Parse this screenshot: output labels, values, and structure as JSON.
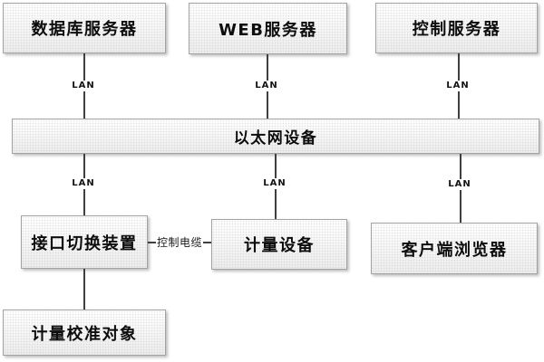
{
  "diagram": {
    "title": "metering-calibration-network-topology",
    "nodes": {
      "db_server": {
        "label": "数据库服务器"
      },
      "web_server": {
        "label": "WEB服务器"
      },
      "control_server": {
        "label": "控制服务器"
      },
      "ethernet_device": {
        "label": "以太网设备"
      },
      "interface_switcher": {
        "label": "接口切换装置"
      },
      "meter_device": {
        "label": "计量设备"
      },
      "client_browser": {
        "label": "客户端浏览器"
      },
      "calibration_target": {
        "label": "计量校准对象"
      }
    },
    "edge_labels": {
      "lan": "LAN",
      "control_cable": "控制电缆"
    },
    "colors": {
      "box_border": "#a2a2a2",
      "box_fill_top": "#ffffff",
      "box_fill_bottom": "#ececec",
      "connector_line": "#3f3f3f",
      "label_text": "#0d0d0d",
      "background": "#ffffff"
    }
  }
}
